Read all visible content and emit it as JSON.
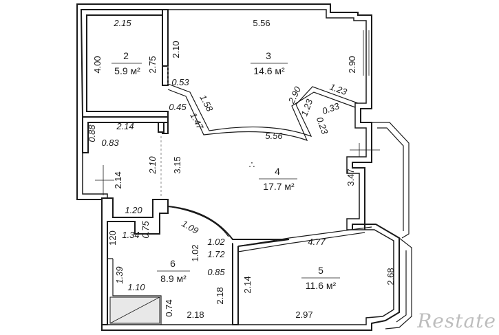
{
  "logo": {
    "text": "Restate"
  },
  "watermark_center": "∴",
  "rooms": [
    {
      "id": "room-2",
      "number": "2",
      "area": "5.9 м²"
    },
    {
      "id": "room-3",
      "number": "3",
      "area": "14.6 м²"
    },
    {
      "id": "room-4",
      "number": "4",
      "area": "17.7 м²"
    },
    {
      "id": "room-5",
      "number": "5",
      "area": "11.6 м²"
    },
    {
      "id": "room-6",
      "number": "6",
      "area": "8.9 м²"
    }
  ],
  "dimensions": {
    "r2_top": "2.15",
    "r2_left": "4.00",
    "r2_right": "2.75",
    "r2_gap": "2.10",
    "r3_top": "5.56",
    "r3_right": "2.90",
    "r3_wall_a": "0.53",
    "r3_wall_b": "1.58",
    "r3_wall_c": "0.45",
    "r3_wall_d": "1.47",
    "r3_bottom": "5.56",
    "r3_bay_a": "2.90",
    "r3_bay_b": "1.23",
    "r3_bay_c": "1.23",
    "r3_bay_d": "0.33",
    "r3_bay_e": "0.23",
    "h_top_a": "0.88",
    "h_top_b": "2.14",
    "h_top_c": "0.83",
    "h_door": "2.10",
    "h_mid": "3.15",
    "h_left": "2.14",
    "r4_right": "3.47",
    "r6_a": "1.20",
    "r6_b": "1.34",
    "r6_c": "0.75",
    "r6_d": "120",
    "r6_e": "1.09",
    "r6_f": "1.02",
    "r6_g": "1.02",
    "r6_h": "1.72",
    "r6_i": "0.85",
    "r6_j": "1.39",
    "r6_k": "1.10",
    "r6_l": "2.18",
    "r6_m": "0.74",
    "r6_bottom": "2.18",
    "r5_top": "4.77",
    "r5_left": "2.14",
    "r5_right": "2.68",
    "r5_bottom": "2.97"
  }
}
